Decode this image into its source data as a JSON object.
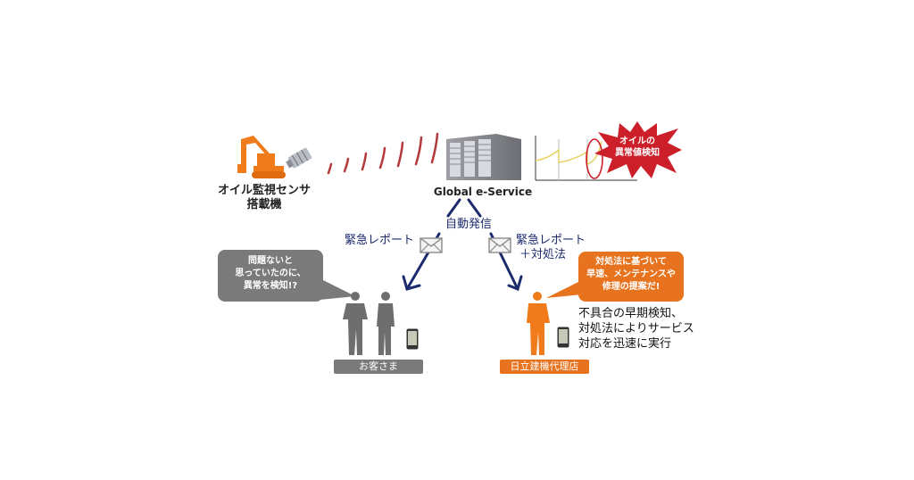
{
  "diagram": {
    "excavator": {
      "label_line1": "オイル監視センサ",
      "label_line2": "搭載機",
      "color": "#f07b1a"
    },
    "server": {
      "label": "Global e-Service",
      "color": "#8a8c92"
    },
    "alert_burst": {
      "line1": "オイルの",
      "line2": "異常値検知",
      "color": "#cc1f2a"
    },
    "auto_send_label": "自動発信",
    "left_mail_label": "緊急レポート",
    "right_mail_label_line1": "緊急レポート",
    "right_mail_label_line2": "＋対処法",
    "customer_bubble": {
      "line1": "問題ないと",
      "line2": "思っていたのに、",
      "line3": "異常を検知!?",
      "color": "#7a7a7a"
    },
    "customer_tag": "お客さま",
    "dealer_bubble": {
      "line1": "対処法に基づいて",
      "line2": "早速、メンテナンスや",
      "line3": "修理の提案だ!",
      "color": "#e8731e"
    },
    "dealer_tag": "日立建機代理店",
    "dealer_description": {
      "line1": "不具合の早期検知、",
      "line2": "対処法によりサービス",
      "line3": "対応を迅速に実行"
    },
    "arrow_color": "#1c2a6e",
    "signal_color": "#b43a3a"
  }
}
